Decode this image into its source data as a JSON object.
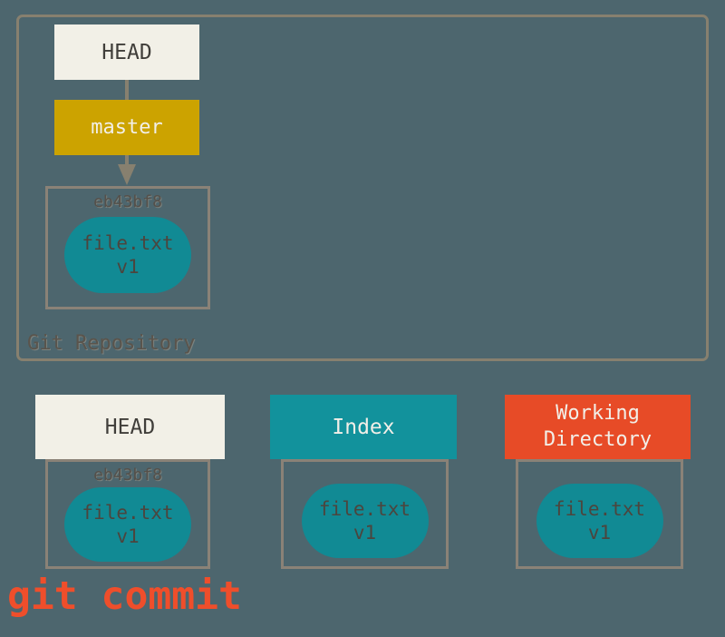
{
  "colors": {
    "background": "#4d666e",
    "outline_gray": "#87806f",
    "cream": "#f2f0e7",
    "branch_gold": "#cca300",
    "teal": "#12929c",
    "pill_teal": "#118a94",
    "working_dir_orange": "#e74b27",
    "command_orange": "#ef4e2b"
  },
  "repository": {
    "label": "Git Repository",
    "head_ref": "HEAD",
    "branch": "master",
    "commit": {
      "id": "eb43bf8",
      "file_name": "file.txt",
      "file_version": "v1"
    }
  },
  "columns": [
    {
      "title": "HEAD",
      "commit_id": "eb43bf8",
      "file_name": "file.txt",
      "file_version": "v1"
    },
    {
      "title": "Index",
      "file_name": "file.txt",
      "file_version": "v1"
    },
    {
      "title": "Working Directory",
      "file_name": "file.txt",
      "file_version": "v1"
    }
  ],
  "command": "git commit"
}
